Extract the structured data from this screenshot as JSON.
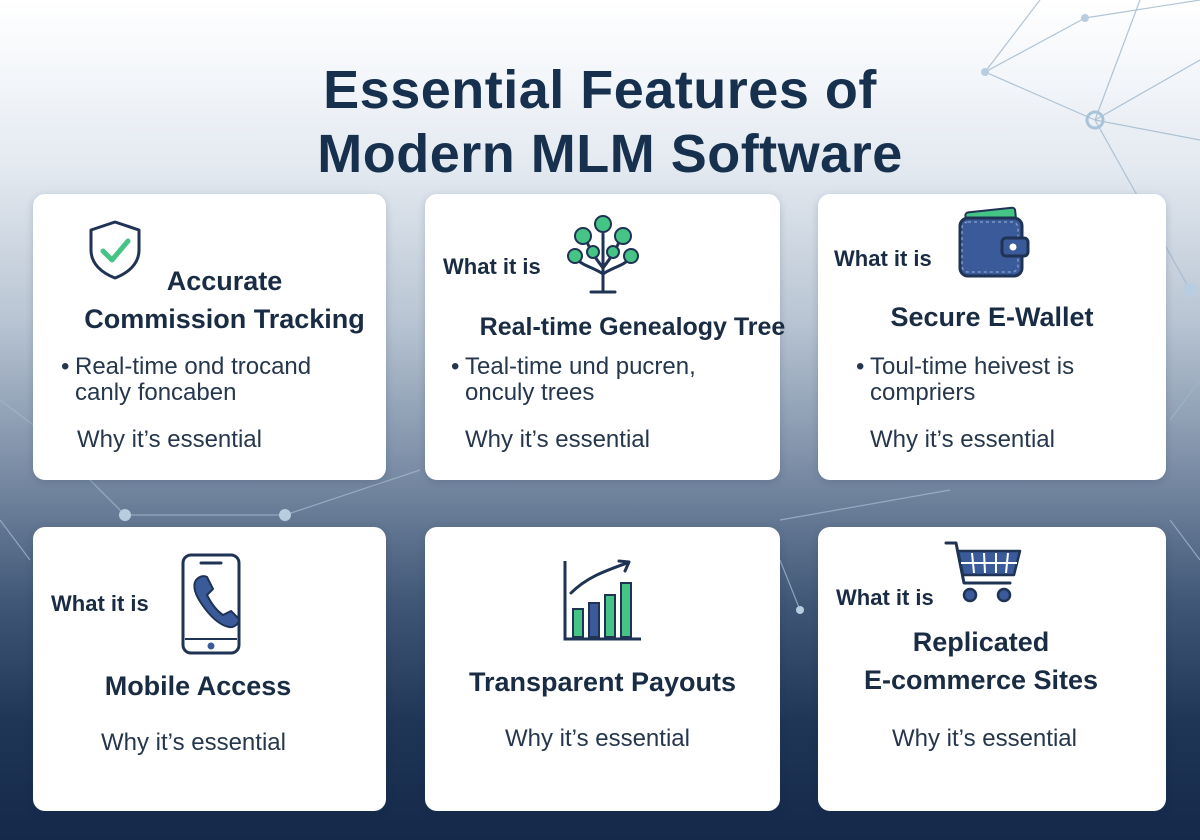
{
  "title": {
    "line1": "Essential Features of",
    "line2": "Modern MLM Software"
  },
  "cards": [
    {
      "icon": "shield-check-icon",
      "heading_line1": "Accurate",
      "heading_line2": "Commission Tracking",
      "bullet_line1": "Real-time ond trocand",
      "bullet_line2": "canly foncaben",
      "why": "Why it’s essential"
    },
    {
      "icon": "genealogy-tree-icon",
      "what": "What it is",
      "heading": "Real-time Genealogy Tree",
      "bullet_line1": "Teal-time und pucren,",
      "bullet_line2": "onculy trees",
      "why": "Why it’s essential"
    },
    {
      "icon": "wallet-icon",
      "what": "What it is",
      "heading": "Secure E-Wallet",
      "bullet_line1": "Toul-time heivest is",
      "bullet_line2": "compriers",
      "why": "Why it’s essential"
    },
    {
      "icon": "mobile-phone-icon",
      "what": "What it is",
      "heading": "Mobile Access",
      "why": "Why it’s essential"
    },
    {
      "icon": "bar-chart-growth-icon",
      "heading": "Transparent Payouts",
      "why": "Why it’s essential"
    },
    {
      "icon": "shopping-cart-icon",
      "what": "What it is",
      "heading_line1": "Replicated",
      "heading_line2": "E-commerce Sites",
      "why": "Why it’s essential"
    }
  ],
  "colors": {
    "navy_text": "#16304d",
    "icon_blue": "#3b5a9a",
    "icon_green": "#46c28a",
    "card_bg": "#ffffff"
  }
}
